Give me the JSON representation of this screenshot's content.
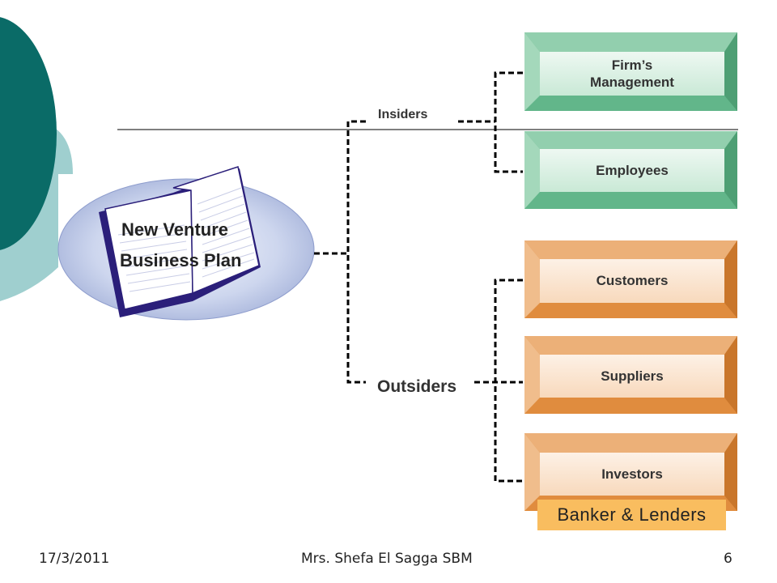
{
  "slide": {
    "book_title_line1": "New Venture",
    "book_title_line2": "Business Plan",
    "insiders_label": "Insiders",
    "outsiders_label": "Outsiders",
    "insider_boxes": [
      {
        "label": "Firm’s\nManagement"
      },
      {
        "label": "Employees"
      }
    ],
    "outsider_boxes": [
      {
        "label": "Customers"
      },
      {
        "label": "Suppliers"
      },
      {
        "label": "Investors"
      }
    ],
    "banker_label": "Banker & Lenders",
    "colors": {
      "theme_teal": "#0a6b67",
      "theme_light_teal": "#9fcfcf",
      "insider_box": "#62b68a",
      "outsider_box": "#e08c3e",
      "banker_fill": "#f9bd5f",
      "book_cover": "#2b1f7a"
    }
  },
  "footer": {
    "date": "17/3/2011",
    "author": "Mrs. Shefa El Sagga   SBM",
    "page_number": "6"
  }
}
